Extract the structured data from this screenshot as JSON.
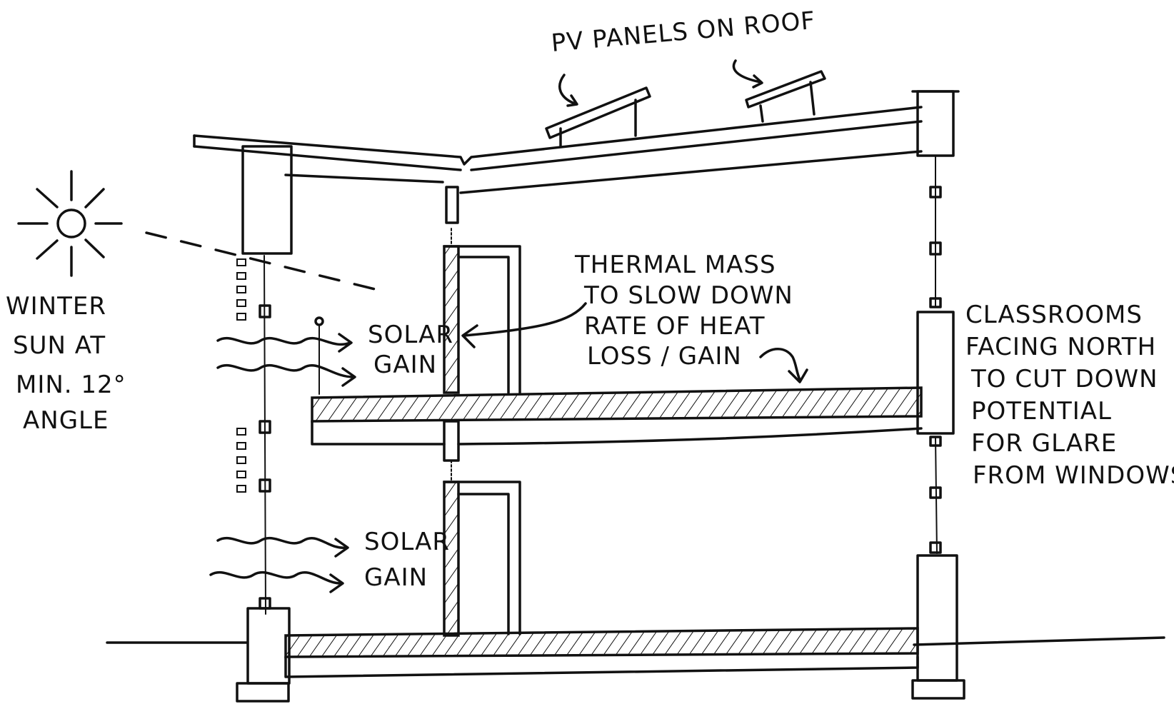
{
  "labels": {
    "pv_panels": "PV PANELS ON ROOF",
    "thermal_mass": [
      "THERMAL MASS",
      "TO SLOW DOWN",
      "RATE OF HEAT",
      "LOSS / GAIN"
    ],
    "winter_sun": [
      "WINTER",
      "SUN AT",
      "MIN. 12°",
      "ANGLE"
    ],
    "solar_gain_upper": [
      "SOLAR",
      "GAIN"
    ],
    "solar_gain_lower": [
      "SOLAR",
      "GAIN"
    ],
    "classrooms": [
      "CLASSROOMS",
      "FACING NORTH",
      "TO CUT DOWN",
      "POTENTIAL",
      "FOR GLARE",
      "FROM WINDOWS"
    ]
  },
  "colors": {
    "ink": "#111111",
    "paper": "#ffffff"
  }
}
